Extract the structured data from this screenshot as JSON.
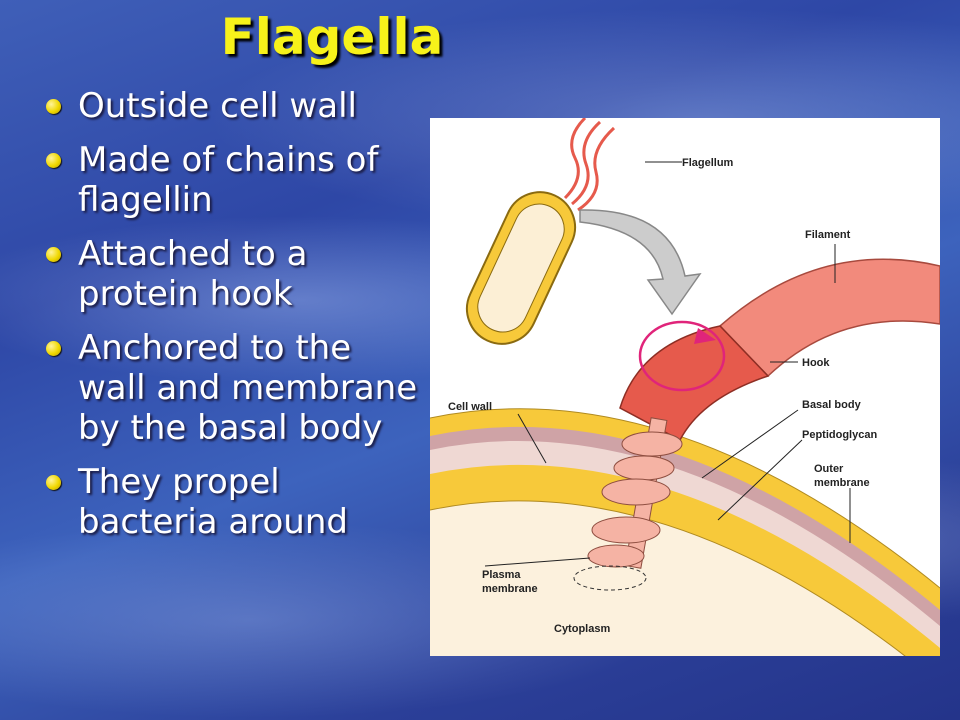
{
  "title": "Flagella",
  "bullets": [
    "Outside cell wall",
    "Made of chains of flagellin",
    "Attached to a protein hook",
    "Anchored to the wall and membrane by the basal body",
    "They propel bacteria around"
  ],
  "diagram_labels": {
    "flagellum": "Flagellum",
    "filament": "Filament",
    "hook": "Hook",
    "cell_wall": "Cell wall",
    "basal_body": "Basal body",
    "peptidoglycan": "Peptidoglycan",
    "outer_membrane_1": "Outer",
    "outer_membrane_2": "membrane",
    "plasma_membrane_1": "Plasma",
    "plasma_membrane_2": "membrane",
    "cytoplasm": "Cytoplasm"
  },
  "colors": {
    "title": "#f7f21a",
    "filament": "#f28a7c",
    "hook": "#e65a4c",
    "wall_yellow": "#f7c93a",
    "arrow_magenta": "#e0247a"
  }
}
